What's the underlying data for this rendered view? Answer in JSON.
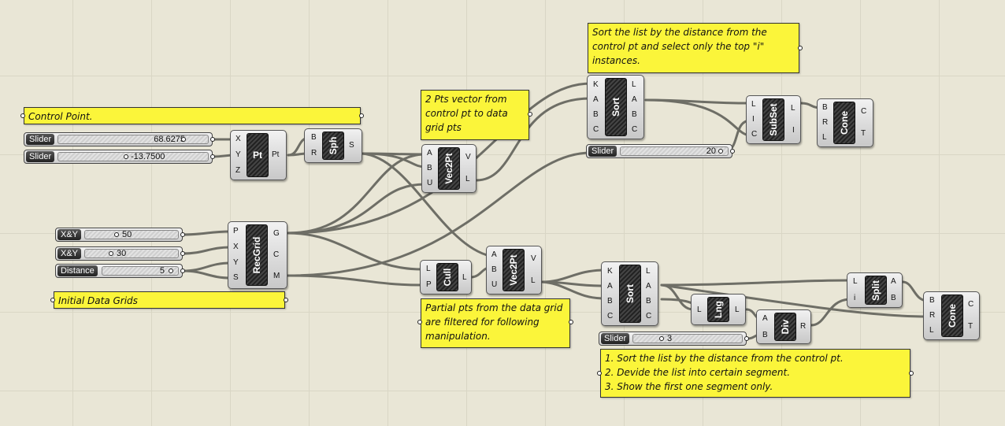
{
  "notes": {
    "control_point": "Control Point.",
    "vector_note": "2 Pts vector from control pt to data grid pts",
    "sort_note": "Sort the list by the distance from the control pt and select only the top \"i\" instances.",
    "initial_grid": "Initial Data Grids",
    "partial_note": "Partial pts from the data grid are filtered for following manipulation.",
    "steps_line1": "1. Sort the list by the distance from the control pt.",
    "steps_line2": "2. Devide the list into certain segment.",
    "steps_line3": "3. Show the first one segment only."
  },
  "sliders": {
    "s1": {
      "label": "Slider",
      "value": "68.6275"
    },
    "s2": {
      "label": "Slider",
      "value": "-13.7500"
    },
    "s3": {
      "label": "Slider",
      "value": "20"
    },
    "s4": {
      "label": "Slider",
      "value": "3"
    },
    "xy1": {
      "label": "X&Y",
      "value": "50"
    },
    "xy2": {
      "label": "X&Y",
      "value": "30"
    },
    "dist": {
      "label": "Distance",
      "value": "5"
    }
  },
  "components": {
    "pt": {
      "title": "Pt",
      "inputs": [
        "X",
        "Y",
        "Z"
      ],
      "outputs": [
        "Pt"
      ]
    },
    "sph": {
      "title": "Sph",
      "inputs": [
        "B",
        "R"
      ],
      "outputs": [
        "S"
      ]
    },
    "vec1": {
      "title": "Vec2Pt",
      "inputs": [
        "A",
        "B",
        "U"
      ],
      "outputs": [
        "V",
        "L"
      ]
    },
    "sort1": {
      "title": "Sort",
      "inputs": [
        "K",
        "A",
        "B",
        "C"
      ],
      "outputs": [
        "L",
        "A",
        "B",
        "C"
      ]
    },
    "subset": {
      "title": "SubSet",
      "inputs": [
        "L",
        "I",
        "C"
      ],
      "outputs": [
        "L",
        "I"
      ]
    },
    "cone1": {
      "title": "Cone",
      "inputs": [
        "B",
        "R",
        "L"
      ],
      "outputs": [
        "C",
        "T"
      ]
    },
    "recgrid": {
      "title": "RecGrid",
      "inputs": [
        "P",
        "X",
        "Y",
        "S"
      ],
      "outputs": [
        "G",
        "C",
        "M"
      ]
    },
    "cull": {
      "title": "Cull",
      "inputs": [
        "L",
        "P"
      ],
      "outputs": [
        "L"
      ]
    },
    "vec2": {
      "title": "Vec2Pt",
      "inputs": [
        "A",
        "B",
        "U"
      ],
      "outputs": [
        "V",
        "L"
      ]
    },
    "sort2": {
      "title": "Sort",
      "inputs": [
        "K",
        "A",
        "B",
        "C"
      ],
      "outputs": [
        "L",
        "A",
        "B",
        "C"
      ]
    },
    "lng": {
      "title": "Lng",
      "inputs": [
        "L"
      ],
      "outputs": [
        "L"
      ]
    },
    "div": {
      "title": "Div",
      "inputs": [
        "A",
        "B"
      ],
      "outputs": [
        "R"
      ]
    },
    "split": {
      "title": "Split",
      "inputs": [
        "L",
        "i"
      ],
      "outputs": [
        "A",
        "B"
      ]
    },
    "cone2": {
      "title": "Cone",
      "inputs": [
        "B",
        "R",
        "L"
      ],
      "outputs": [
        "C",
        "T"
      ]
    }
  }
}
